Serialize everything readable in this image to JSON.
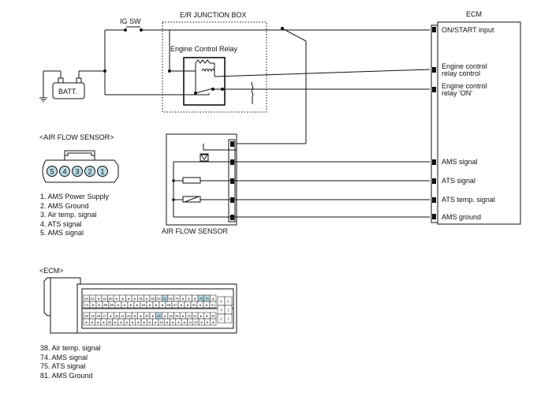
{
  "labels": {
    "ig_sw": "IG SW",
    "junction_box": "E/R JUNCTION BOX",
    "engine_control_relay": "Engine Control Relay",
    "batt": "BATT.",
    "ecm": "ECM",
    "air_flow_sensor_block": "AIR FLOW SENSOR"
  },
  "ecm_pins": [
    {
      "lines": [
        "ON/START input"
      ]
    },
    {
      "lines": [
        "Engine control",
        "relay control"
      ]
    },
    {
      "lines": [
        "Engine control",
        "relay 'ON'"
      ]
    },
    {
      "lines": [
        "AMS signal"
      ]
    },
    {
      "lines": [
        "ATS signal"
      ]
    },
    {
      "lines": [
        "ATS temp. signal"
      ]
    },
    {
      "lines": [
        "AMS ground"
      ]
    }
  ],
  "air_flow_sensor_connector": {
    "title": "<AIR FLOW SENSOR>",
    "pins": [
      "5",
      "4",
      "3",
      "2",
      "1"
    ],
    "legend": [
      "1. AMS Power Supply",
      "2. AMS Ground",
      "3. Air temp. signal",
      "4. ATS signal",
      "5. AMS signal"
    ]
  },
  "ecm_connector": {
    "title": "<ECM>",
    "row1": [
      "84",
      "83",
      "★",
      "91",
      "90",
      "★",
      "★",
      "★",
      "★",
      "85",
      "★",
      "83",
      "82",
      "81",
      "80",
      "79",
      "★",
      "★",
      "★",
      "75",
      "74",
      "★"
    ],
    "row2": [
      "72",
      "★",
      "★",
      "69",
      "68",
      "★",
      "★",
      "★",
      "★",
      "62",
      "★",
      "★",
      "★",
      "58",
      "57",
      "★",
      "★",
      "54",
      "★",
      "★",
      "51"
    ],
    "row3": [
      "50",
      "49",
      "48",
      "47",
      "★",
      "45",
      "44",
      "43",
      "42",
      "★",
      "40",
      "★",
      "38",
      "★",
      "36",
      "35",
      "★",
      "33",
      "32",
      "★",
      "★",
      "29"
    ],
    "row4": [
      "★",
      "★",
      "★",
      "★",
      "25",
      "★",
      "★",
      "★",
      "★",
      "★",
      "★",
      "★",
      "★",
      "18",
      "★",
      "★",
      "★",
      "★",
      "11",
      "10",
      "★",
      "8",
      "★"
    ],
    "side_pins": [
      "6",
      "5",
      "4",
      "3",
      "2",
      "1"
    ],
    "legend": [
      "38. Air temp. signal",
      "74. AMS signal",
      "75. ATS signal",
      "81. AMS Ground"
    ]
  }
}
